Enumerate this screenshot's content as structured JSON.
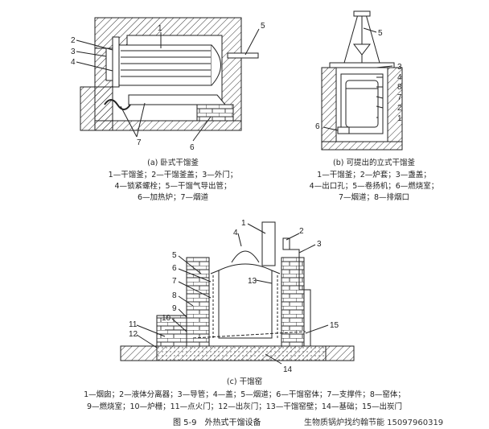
{
  "panel_a": {
    "title": "(a) 卧式干馏釜",
    "legend_line1": "1—干馏釜；2—干馏釜盖；3—外门；",
    "legend_line2": "4—锁紧螺栓；5—干馏气导出管；",
    "legend_line3": "6—加热炉；7—烟道",
    "callouts": [
      "1",
      "2",
      "3",
      "4",
      "5",
      "6",
      "7"
    ]
  },
  "panel_b": {
    "title": "(b) 可提出的立式干馏釜",
    "legend_line1": "1—干馏釜；2—炉套；3—盏盖；",
    "legend_line2": "4—出口孔；5—卷扬机；6—燃烧室；",
    "legend_line3": "7—烟道；8—排烟口",
    "callouts": [
      "5",
      "3",
      "4",
      "8",
      "7",
      "2",
      "1",
      "6"
    ]
  },
  "panel_c": {
    "title": "(c) 干馏窑",
    "legend_line1": "1—烟囱；2—液体分离器；3—导管；4—盖；5—烟道；6—干馏窑体；7—支撑件；8—窑体；",
    "legend_line2": "9—燃烧室；10—炉栅；11—点火门；12—出灰门；13—干馏窑壁；14—基础；15—出炭门",
    "callouts": [
      "1",
      "2",
      "3",
      "4",
      "5",
      "6",
      "7",
      "8",
      "9",
      "10",
      "11",
      "12",
      "13",
      "14",
      "15"
    ]
  },
  "figure": {
    "caption": "图 5-9　外热式干馏设备",
    "watermark": "生物质锅炉找约翰节能  15097960319"
  }
}
